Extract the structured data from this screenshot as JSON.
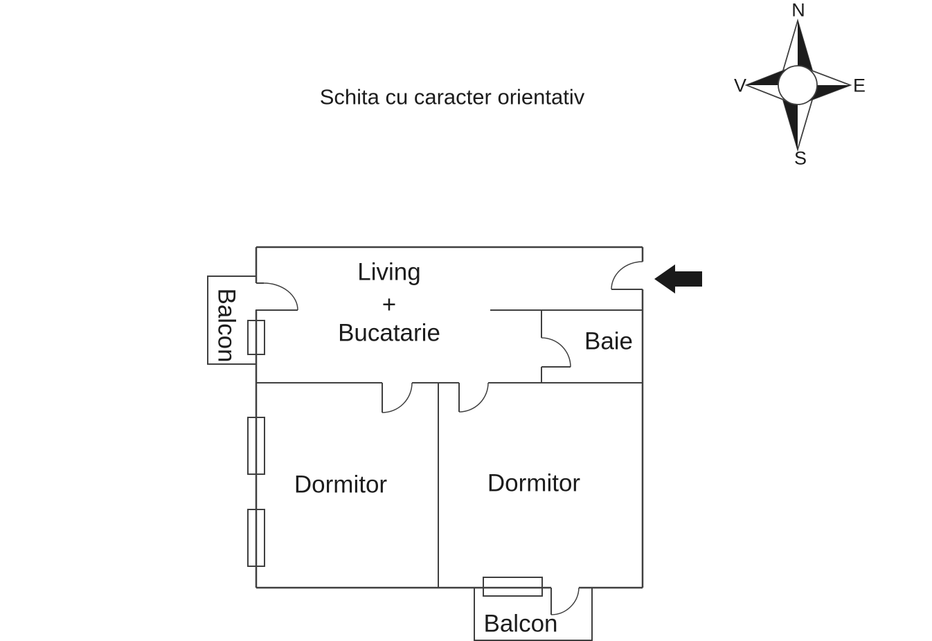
{
  "title": "Schita cu caracter orientativ",
  "compass": {
    "n": "N",
    "e": "E",
    "s": "S",
    "v": "V"
  },
  "labels": {
    "living_line1": "Living",
    "living_line2": "+",
    "living_line3": "Bucatarie",
    "baie": "Baie",
    "dormitor_left": "Dormitor",
    "dormitor_right": "Dormitor",
    "balcon_left": "Balcon",
    "balcon_bottom": "Balcon"
  },
  "colors": {
    "background": "#ffffff",
    "wall": "#3f3f3f",
    "text": "#1c1c1c",
    "arrow": "#1a1a1a"
  }
}
